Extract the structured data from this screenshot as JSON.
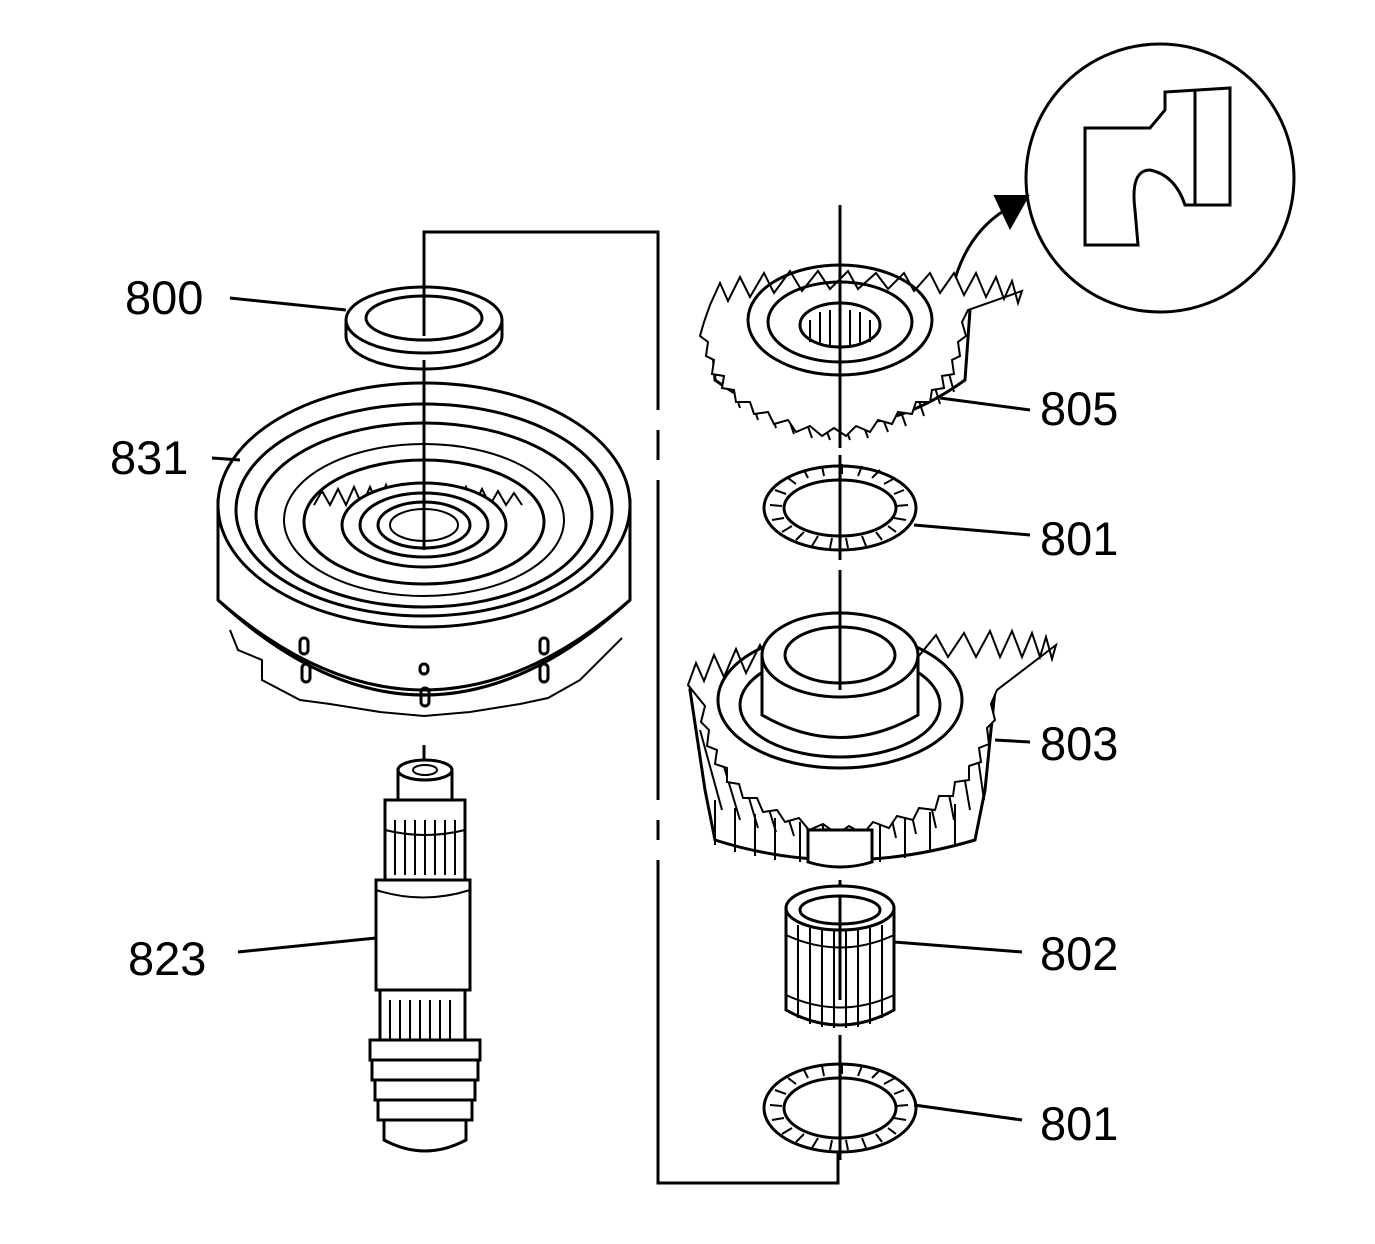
{
  "diagram": {
    "callouts": {
      "c800": "800",
      "c831": "831",
      "c823": "823",
      "c805": "805",
      "c801_top": "801",
      "c803": "803",
      "c802": "802",
      "c801_bottom": "801"
    }
  }
}
